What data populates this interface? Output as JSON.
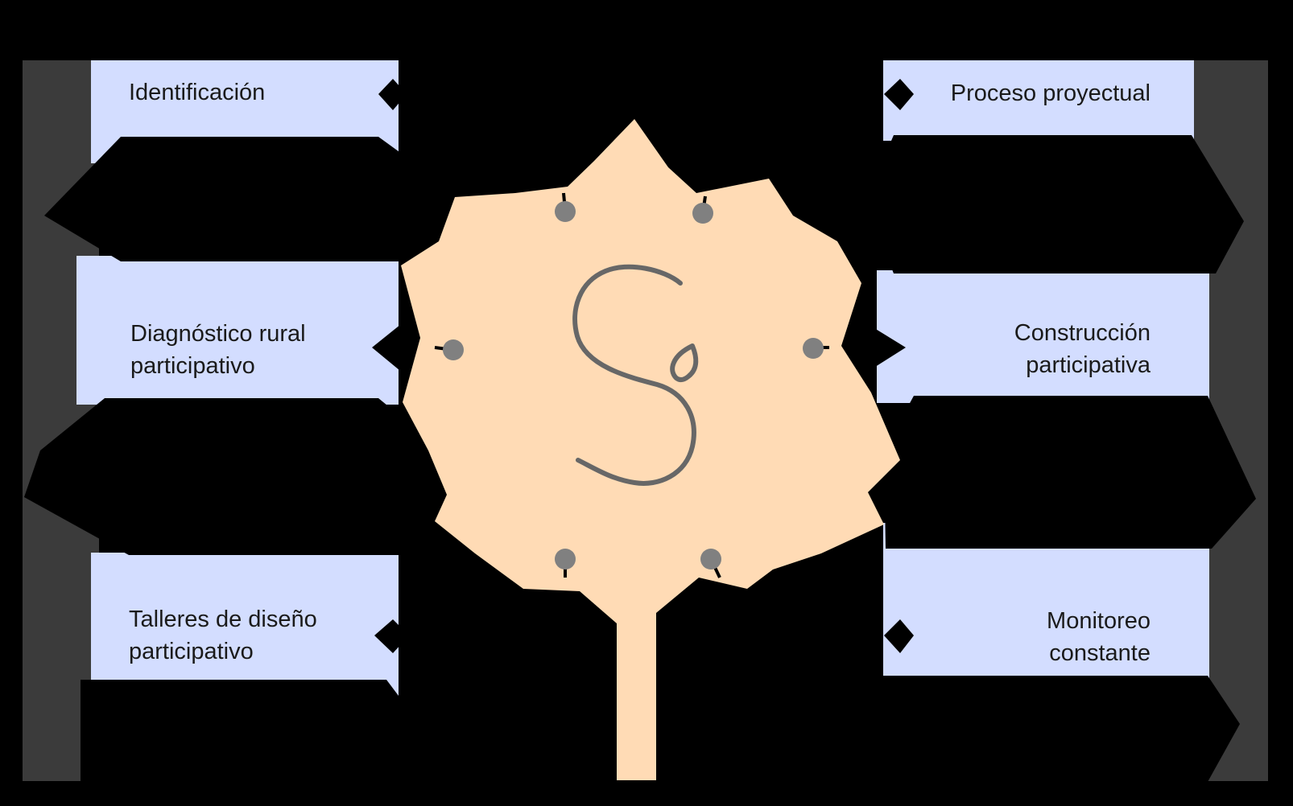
{
  "colors": {
    "background": "#000000",
    "card": "#d3ddff",
    "card_edge": "#3b3b3b",
    "leaf": "#ffdbb5",
    "node": "#808080",
    "logo_stroke": "#676767"
  },
  "center": {
    "logo_icon": "sprout-s-logo"
  },
  "stages": [
    {
      "label": "Identificación"
    },
    {
      "label": "Diagnóstico rural\nparticipativo"
    },
    {
      "label": "Talleres de diseño\nparticipativo"
    },
    {
      "label": "Proceso proyectual"
    },
    {
      "label": "Construcción\nparticipativa"
    },
    {
      "label": "Monitoreo\nconstante"
    }
  ]
}
